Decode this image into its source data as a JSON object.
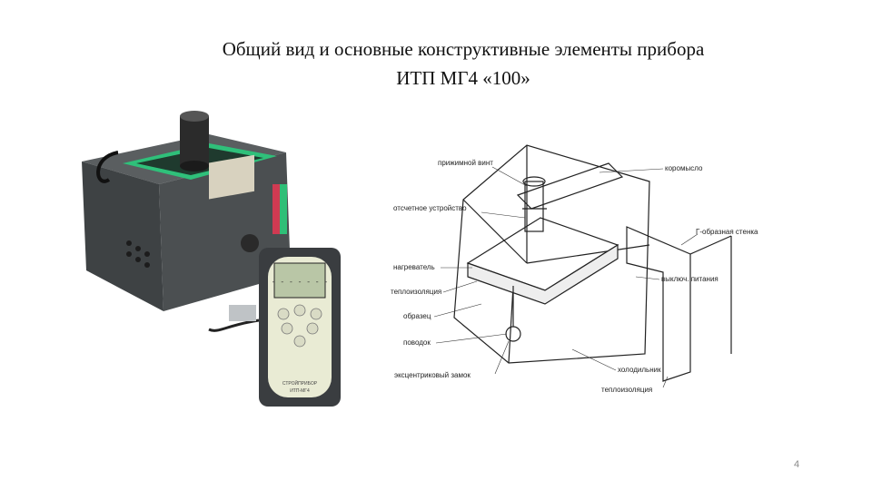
{
  "slide": {
    "title_line1": "Общий вид и основные конструктивные элементы прибора",
    "title_line2": "ИТП МГ4 «100»",
    "page_number": "4"
  },
  "photo": {
    "screen_text": "- - - - - - -",
    "brand_text": "СТРОЙПРИБОР",
    "model_text": "ИТП-МГ4"
  },
  "diagram": {
    "labels": {
      "clamp_screw": "прижимной винт",
      "rocker": "коромысло",
      "reading_device": "отсчетное устройство",
      "l_wall": "Г-образная стенка",
      "heater": "нагреватель",
      "insulation_left": "теплоизоляция",
      "power_input": "выключ. питания",
      "sample": "образец",
      "leash": "поводок",
      "fridge": "холодильник",
      "eccentric_lock": "эксцентриковый замок",
      "insulation_right": "теплоизоляция"
    }
  }
}
